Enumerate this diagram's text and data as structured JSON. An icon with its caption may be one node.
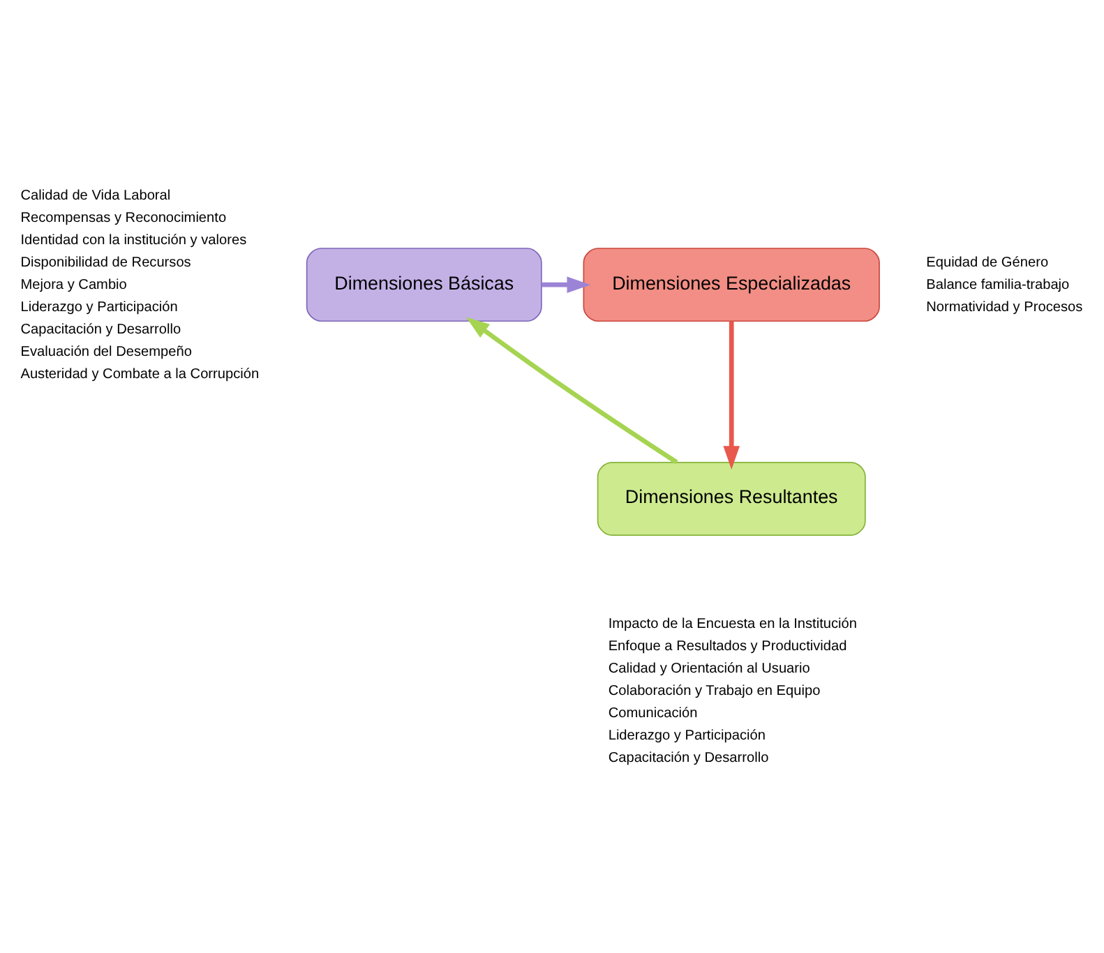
{
  "diagram": {
    "nodes": [
      {
        "text": [
          "Dimensiones Básicas"
        ],
        "beside": [
          "Calidad de Vida Laboral",
          "Recompensas y Reconocimiento",
          "Identidad con la institución y valores",
          "Disponibilidad de Recursos",
          "Mejora y Cambio",
          "Liderazgo y Participación",
          "Capacitación y Desarrollo",
          "Evaluación del Desempeño",
          "Austeridad y Combate a la Corrupción"
        ]
      },
      {
        "text": [
          "Dimensiones Especializadas"
        ],
        "beside": [
          "Equidad de Género",
          "Balance familia-trabajo",
          "Normatividad y Procesos"
        ]
      },
      {
        "text": [
          "Dimensiones Resultantes"
        ],
        "beside": [
          "Impacto de la Encuesta en la Institución",
          "Enfoque a Resultados y Productividad",
          "Calidad y Orientación al Usuario",
          "Colaboración y Trabajo en Equipo",
          "Comunicación",
          "Liderazgo y Participación",
          "Capacitación y Desarrollo"
        ]
      }
    ],
    "edges": [
      {
        "from": 0,
        "to": 1,
        "arrow": "to",
        "color": "#9b84d6"
      },
      {
        "from": 1,
        "to": 2,
        "arrow": "to",
        "color": "#e8584d"
      },
      {
        "from": 2,
        "to": 0,
        "arrow": "to",
        "color": "#a6d452"
      }
    ]
  }
}
